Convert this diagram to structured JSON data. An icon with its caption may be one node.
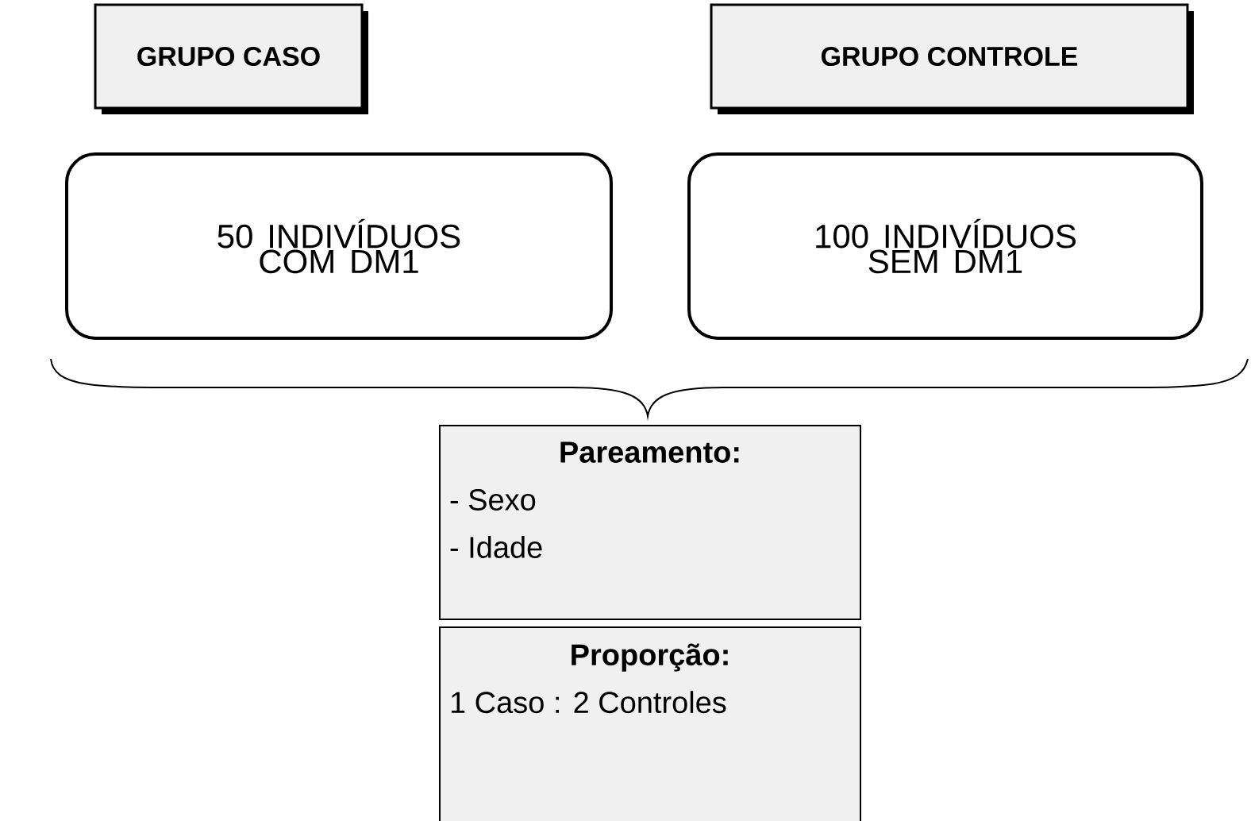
{
  "diagram": {
    "nodes": [
      {
        "text": [
          "GRUPO CASO"
        ]
      },
      {
        "text": [
          "GRUPO CONTROLE"
        ]
      },
      {
        "text": [
          "50 INDIVÍDUOS COM DM1"
        ]
      },
      {
        "text": [
          "100 INDIVÍDUOS SEM DM1"
        ]
      },
      {
        "text": [
          "Pareamento:",
          "- Sexo",
          "- Idade"
        ]
      },
      {
        "text": [
          "Proporção:",
          "1 Caso : 2 Controles"
        ]
      }
    ]
  }
}
